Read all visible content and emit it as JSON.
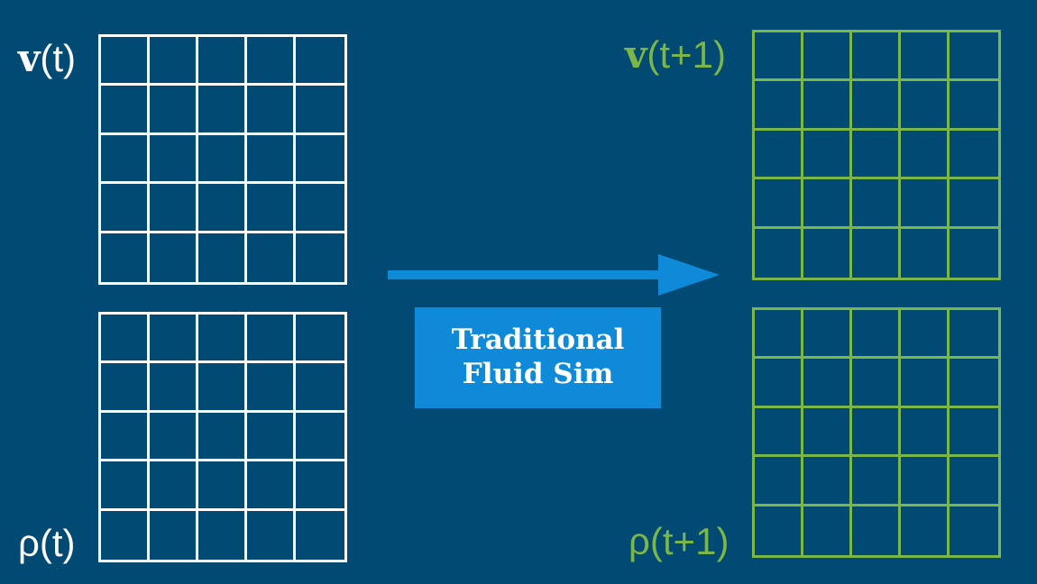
{
  "diagram": {
    "inputs": {
      "velocity": {
        "symbol": "v",
        "time": "(t)"
      },
      "density": {
        "symbol": "ρ",
        "time": "(t)"
      }
    },
    "process": {
      "line1": "Traditional",
      "line2": "Fluid Sim"
    },
    "outputs": {
      "velocity": {
        "symbol": "v",
        "time": "(t+1)"
      },
      "density": {
        "symbol": "ρ",
        "time": "(t+1)"
      }
    },
    "grid": {
      "rows": 5,
      "cols": 5
    },
    "colors": {
      "background": "#004a74",
      "input_grid": "#ffffff",
      "output_grid": "#7ab648",
      "arrow": "#0f8ad8",
      "process_box": "#0f8ad8"
    }
  }
}
